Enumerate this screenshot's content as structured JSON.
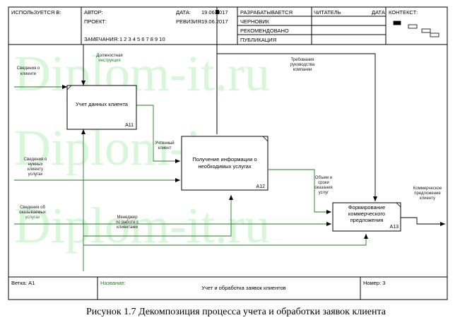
{
  "header": {
    "used_in": "ИСПОЛЬЗУЕТСЯ В:",
    "author": "АВТОР:",
    "project": "ПРОЕКТ:",
    "date_label": "ДАТА:",
    "date_value": "19.06.2017",
    "revision_label": "РЕВИЗИЯ:",
    "revision_value": "19.06.2017",
    "notes_label": "ЗАМЕЧАНИЯ:",
    "notes_numbers": "1 2 3 4 5 6 7 8 9 10",
    "status": [
      "РАЗРАБАТЫВАЕТСЯ",
      "ЧЕРНОВИК",
      "РЕКОМЕНДОВАНО",
      "ПУБЛИКАЦИЯ"
    ],
    "reader": "ЧИТАТЕЛЬ",
    "reader_date": "ДАТА",
    "context": "КОНТЕКСТ:"
  },
  "watermark": "Diplom-it.ru",
  "activities": [
    {
      "id": "a11",
      "label": [
        "Учет данных клиента"
      ],
      "number": "А11"
    },
    {
      "id": "a12",
      "label": [
        "Получение информации о",
        "необходимых услугах"
      ],
      "number": "А12"
    },
    {
      "id": "a13",
      "label": [
        "Формирование",
        "коммерческого",
        "предложения"
      ],
      "number": "А13"
    }
  ],
  "arrow_labels": {
    "client_info": [
      "Сведения о",
      "клиенте"
    ],
    "job_instruction": [
      "Должностная",
      "инструкция"
    ],
    "management_requirements": [
      "Требования",
      "руководства",
      "компании"
    ],
    "needed_services": [
      "Сведения о",
      "нужных",
      "клиенту",
      "услугах"
    ],
    "registered_client": [
      "Учтенный",
      "клиент"
    ],
    "volume_terms": [
      "Объем и",
      "сроки",
      "оказания",
      "услуг"
    ],
    "provided_services": [
      "Сведения об",
      "оказываемых",
      "услугах"
    ],
    "client_manager": [
      "Менеджер",
      "по работе с",
      "клиентами"
    ],
    "commercial_offer": [
      "Коммерческое",
      "предложение",
      "клиенту"
    ]
  },
  "footer": {
    "node_label": "Ветка: А1",
    "name_label": "Название:",
    "name_value": "Учет и обработка заявок клиентов",
    "number_label": "Номер: 3"
  },
  "caption": "Рисунок 1.7 Декомпозиция процесса учета и обработки заявок клиента"
}
